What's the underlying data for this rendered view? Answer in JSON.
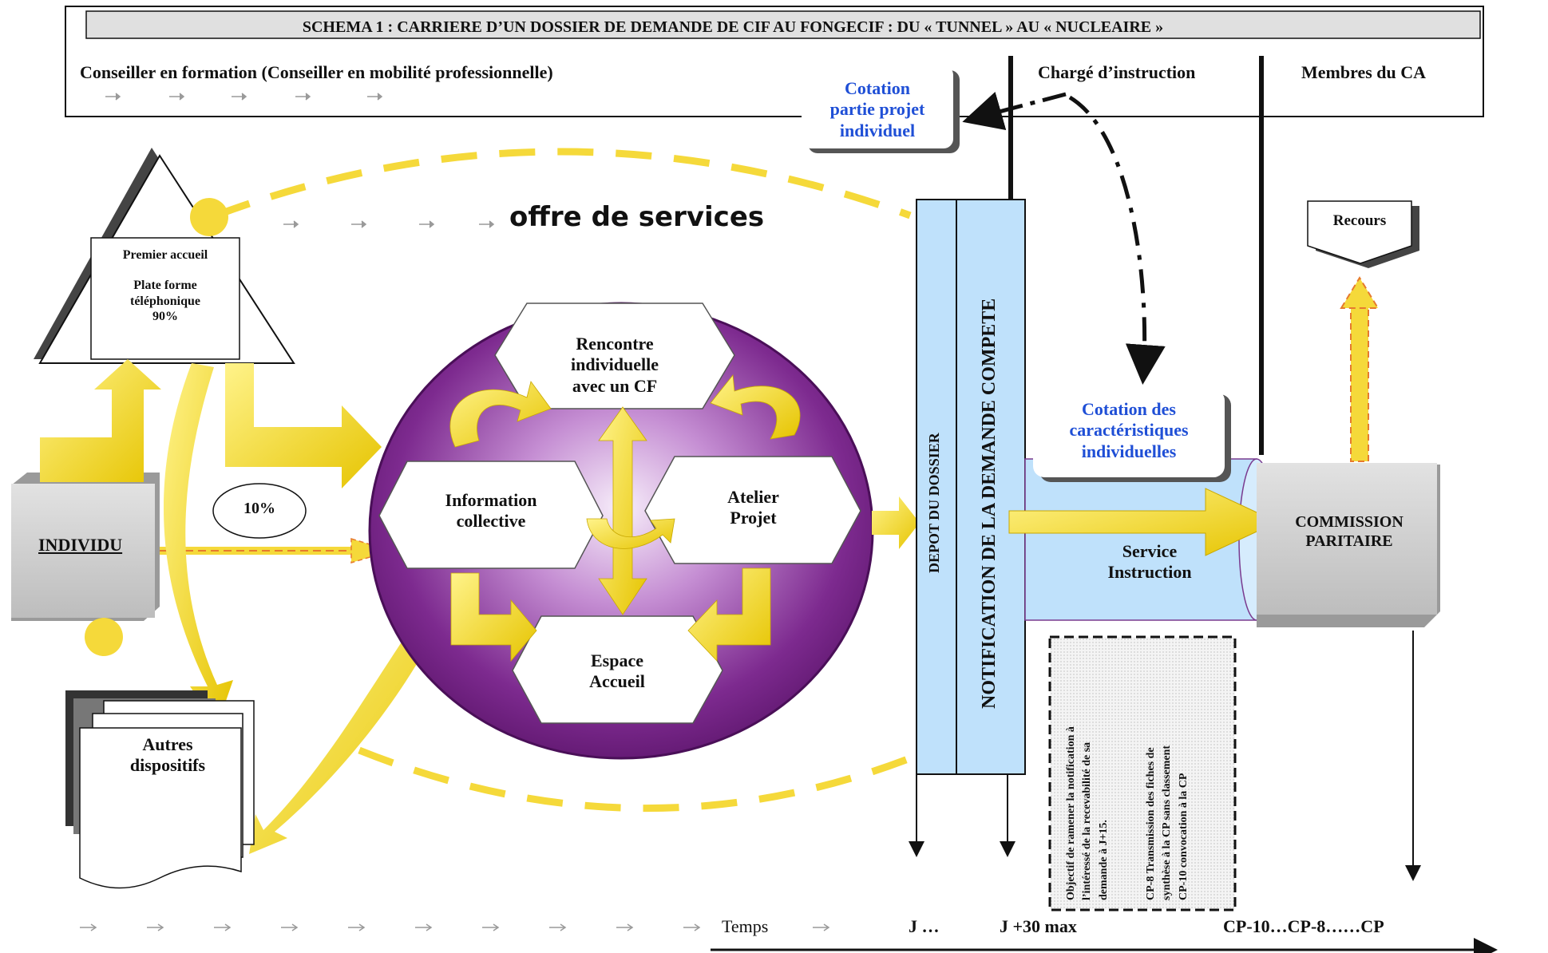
{
  "header": {
    "title": "SCHEMA 1 : CARRIERE D’UN DOSSIER DE DEMANDE DE CIF AU FONGECIF : DU « TUNNEL » AU « NUCLEAIRE »",
    "role_left": "Conseiller en formation (Conseiller en mobilité professionnelle)",
    "role_mid": "Chargé d’instruction",
    "role_right": "Membres du CA"
  },
  "callouts": {
    "cotation_projet": [
      "Cotation",
      "partie projet",
      "individuel"
    ],
    "cotation_caracteristiques": [
      "Cotation des",
      "caractéristiques",
      "individuelles"
    ],
    "recours": "Recours"
  },
  "left": {
    "premier_accueil": "Premier accueil",
    "plateforme": "Plate forme",
    "telephonique": "téléphonique",
    "pct90": "90%",
    "pct10": "10%",
    "individu": "INDIVIDU",
    "autres": [
      "Autres",
      "dispositifs"
    ]
  },
  "center": {
    "offre": "offre de services",
    "rencontre": [
      "Rencontre",
      "individuelle",
      "avec un CF"
    ],
    "information": [
      "Information",
      "collective"
    ],
    "atelier": [
      "Atelier",
      "Projet"
    ],
    "espace": [
      "Espace",
      "Accueil"
    ]
  },
  "right": {
    "depot": "DEPOT DU DOSSIER",
    "notification": "NOTIFICATION DE LA DEMANDE COMPETE",
    "service": [
      "Service",
      "Instruction"
    ],
    "commission": [
      "COMMISSION",
      "PARITAIRE"
    ],
    "note_objectif": [
      "Objectif de ramener la notification à",
      "l’intéressé de la recevabilité de sa",
      "demande à J+15."
    ],
    "note_cp8": [
      "CP-8 Transmission des fiches de",
      "synthèse à la CP sans classement",
      "CP-10 convocation à la CP"
    ]
  },
  "timeline": {
    "temps": "Temps",
    "j": "J …",
    "j30": "J +30 max",
    "cp": "CP-10…CP-8……CP"
  },
  "colors": {
    "yellow": "#f5e23a",
    "yellow_dark": "#d9b800",
    "purple": "#6a1e7c",
    "light_blue": "#bfe1fb",
    "gray": "#cfcfcf",
    "blue_text": "#1f4fd6"
  }
}
